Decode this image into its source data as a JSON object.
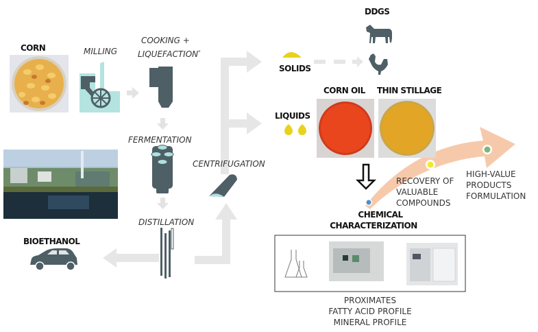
{
  "labels": {
    "corn": "CORN",
    "milling": "MILLING",
    "cooking_line1": "COOKING +",
    "cooking_line2": "LIQUEFACTION",
    "cooking_mark": "*",
    "fermentation": "FERMENTATION",
    "distillation": "DISTILLATION",
    "centrifugation": "CENTRIFUGATION",
    "bioethanol": "BIOETHANOL",
    "solids": "SOLIDS",
    "liquids": "LIQUIDS",
    "ddgs": "DDGS",
    "corn_oil": "CORN OIL",
    "thin_stillage": "THIN STILLAGE",
    "chemical_line1": "CHEMICAL",
    "chemical_line2": "CHARACTERIZATION",
    "recovery": [
      "RECOVERY OF",
      "VALUABLE",
      "COMPOUNDS"
    ],
    "high_value": [
      "HIGH-VALUE",
      "PRODUCTS",
      "FORMULATION"
    ],
    "analyses": [
      "PROXIMATES",
      "FATTY ACID PROFILE",
      "MINERAL PROFILE"
    ]
  },
  "colors": {
    "equipment": "#4e5f66",
    "equipment_light": "#aee0df",
    "arrow_gray": "#e6e6e6",
    "solids_yellow": "#e8d21c",
    "corn_oil": "#e8401a",
    "thin_stillage": "#e0a525",
    "value_arrow": "#f6c7a8",
    "dot_blue": "#4a90d0",
    "dot_yellow": "#f2ea2a",
    "dot_green": "#7ab87a"
  },
  "icons": [
    "corn-photo",
    "mill-icon",
    "cooker-icon",
    "fermenter-icon",
    "distillation-column-icon",
    "centrifuge-icon",
    "car-icon",
    "cow-icon",
    "rooster-icon",
    "solids-pile-icon",
    "droplet-icon",
    "plant-photo",
    "flask-icon",
    "lab-instrument-photo"
  ]
}
